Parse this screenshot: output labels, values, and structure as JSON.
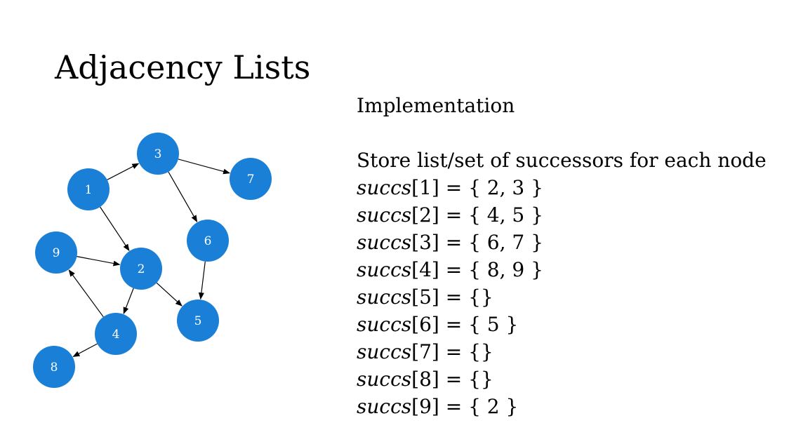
{
  "title": "Adjacency Lists",
  "panel": {
    "heading": "Implementation",
    "description": "Store list/set of successors for each node",
    "succs_name": "succs",
    "lines": [
      {
        "index": "[1]",
        "value": " = { 2, 3 }"
      },
      {
        "index": "[2]",
        "value": " = { 4, 5 }"
      },
      {
        "index": "[3]",
        "value": " = { 6, 7 }"
      },
      {
        "index": "[4]",
        "value": " = { 8, 9 }"
      },
      {
        "index": "[5]",
        "value": " = {}"
      },
      {
        "index": "[6]",
        "value": " = { 5 }"
      },
      {
        "index": "[7]",
        "value": " = {}"
      },
      {
        "index": "[8]",
        "value": " = {}"
      },
      {
        "index": "[9]",
        "value": " = { 2 }"
      }
    ]
  },
  "graph": {
    "node_color": "#1a7fd6",
    "edge_color": "#000000",
    "nodes": [
      {
        "id": "1",
        "label": "1"
      },
      {
        "id": "2",
        "label": "2"
      },
      {
        "id": "3",
        "label": "3"
      },
      {
        "id": "4",
        "label": "4"
      },
      {
        "id": "5",
        "label": "5"
      },
      {
        "id": "6",
        "label": "6"
      },
      {
        "id": "7",
        "label": "7"
      },
      {
        "id": "8",
        "label": "8"
      },
      {
        "id": "9",
        "label": "9"
      }
    ],
    "edges": [
      {
        "from": "1",
        "to": "3"
      },
      {
        "from": "1",
        "to": "2"
      },
      {
        "from": "3",
        "to": "7"
      },
      {
        "from": "3",
        "to": "6"
      },
      {
        "from": "9",
        "to": "2"
      },
      {
        "from": "2",
        "to": "4"
      },
      {
        "from": "2",
        "to": "5"
      },
      {
        "from": "6",
        "to": "5"
      },
      {
        "from": "4",
        "to": "9"
      },
      {
        "from": "4",
        "to": "8"
      }
    ]
  }
}
